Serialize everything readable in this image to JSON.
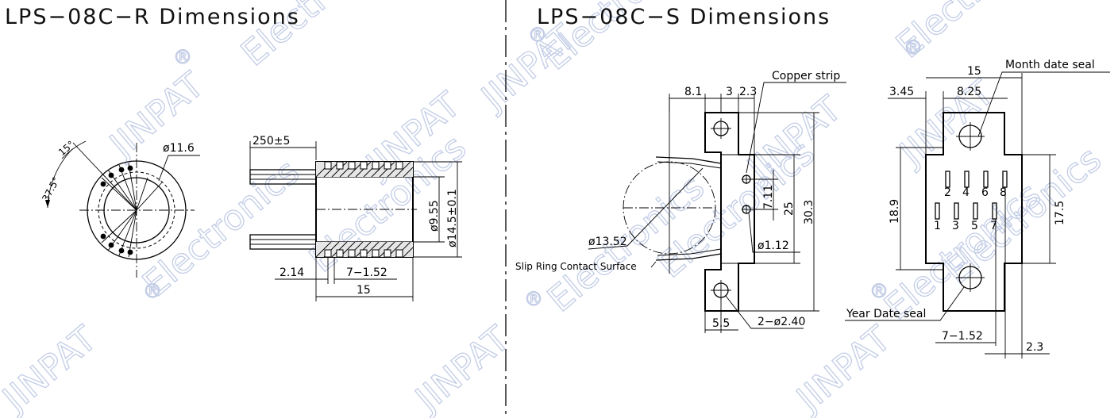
{
  "titles": {
    "left": "LPS−08C−R  Dimensions",
    "right": "LPS−08C−S  Dimensions"
  },
  "watermark": {
    "brand": "JINPAT",
    "reg": "®",
    "word": "Electronics"
  },
  "left_view": {
    "angle_small": "15°",
    "angle_large": "37.5°",
    "diameter_inner": "ø11.6",
    "wire_length": "250±5",
    "bore_diameter": "ø9.55",
    "outer_diameter": "ø14.5±0.1",
    "pitch_offset": "2.14",
    "pitch": "7−1.52",
    "length": "15"
  },
  "right_view": {
    "strip_w1": "8.1",
    "strip_w2": "3",
    "strip_w3": "2.3",
    "copper_strip": "Copper strip",
    "slot_h": "7.11",
    "inner_h": "25",
    "total_h": "30.3",
    "ring_diameter": "ø13.52",
    "contact_surface": "Slip Ring Contact Surface",
    "pin_diameter": "ø1.12",
    "hole_offset": "5.5",
    "mount_holes": "2−ø2.40",
    "width_total": "15",
    "width_left": "3.45",
    "width_half": "8.25",
    "month_seal": "Month date seal",
    "pin_top": [
      "2",
      "4",
      "6",
      "8"
    ],
    "pin_bottom": [
      "1",
      "3",
      "5",
      "7"
    ],
    "height_outer": "18.9",
    "height_inner": "17.5",
    "year_seal": "Year Date seal",
    "pin_pitch": "7−1.52",
    "pin_edge": "2.3"
  }
}
